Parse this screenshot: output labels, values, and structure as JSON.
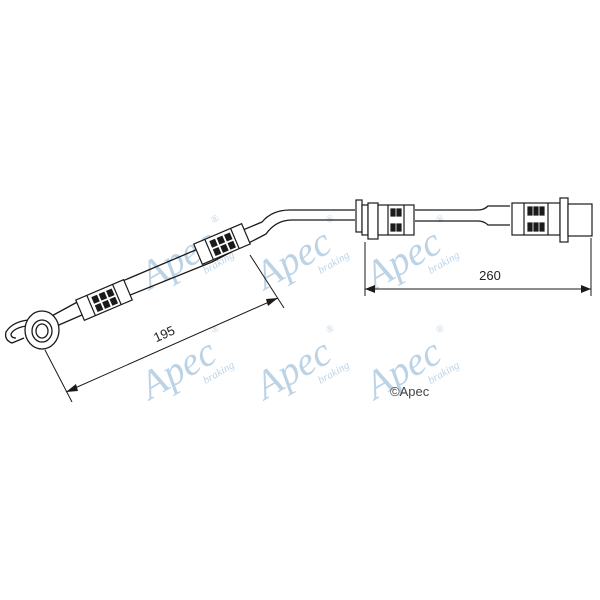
{
  "watermark": {
    "brand": "Apec",
    "sub": "braking",
    "reg": "®",
    "color": "#bcd3e6"
  },
  "dimensions": {
    "left": "195",
    "right": "260"
  },
  "copyright": "©Apec",
  "line_color": "#1a1a1a"
}
